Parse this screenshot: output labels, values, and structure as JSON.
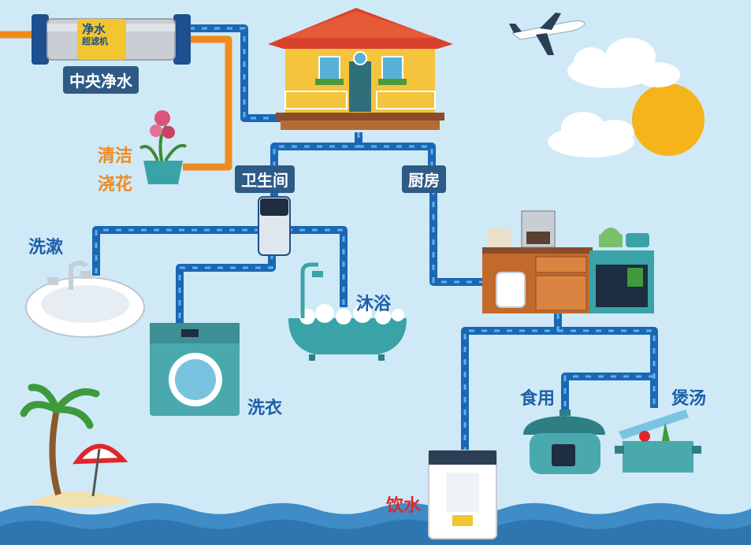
{
  "purifier": {
    "line1": "净水",
    "line2": "超滤机",
    "label": "中央净水"
  },
  "labels": {
    "garden_1": "清洁",
    "garden_2": "浇花",
    "bathroom": "卫生间",
    "kitchen": "厨房",
    "wash": "洗漱",
    "shower": "沐浴",
    "laundry": "洗衣",
    "eating": "食用",
    "soup": "煲汤",
    "drink": "饮水"
  },
  "colors": {
    "sky": "#cfe9f7",
    "pipe_blue": "#1b67b3",
    "pipe_orange": "#f08a1c",
    "tag_bg": "#2e5a86",
    "sea": "#3f8cc6",
    "sun": "#f4b41a"
  }
}
